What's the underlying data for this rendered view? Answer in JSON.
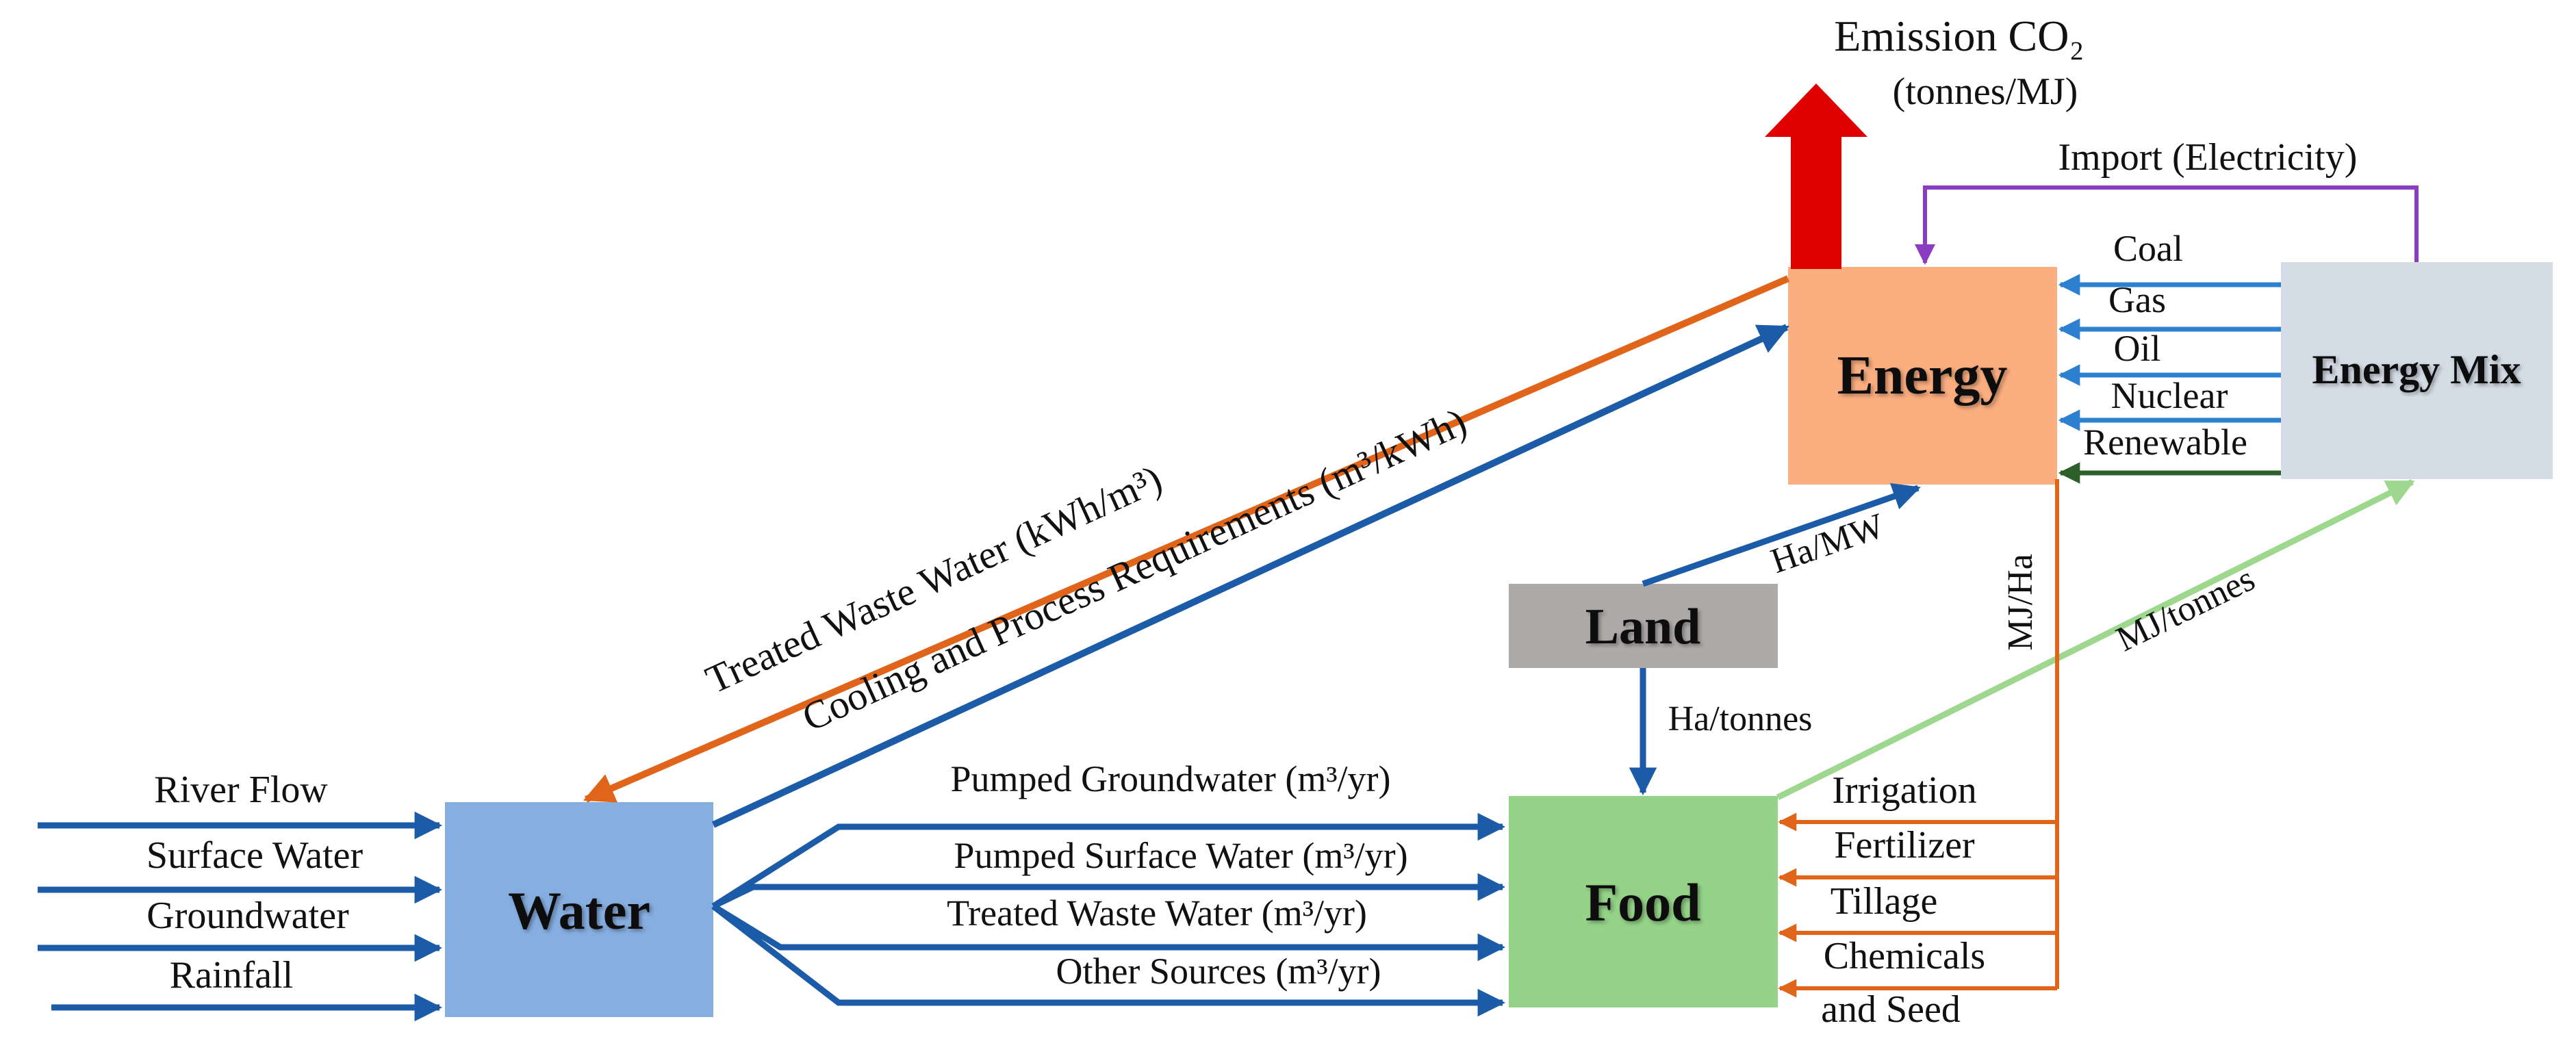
{
  "colors": {
    "water_box": "#86AEE0",
    "energy_box": "#FBAE7F",
    "food_box": "#94D388",
    "land_box": "#AEAAA9",
    "energy_mix_box": "#D4DCE6",
    "blue_arrow": "#1B5BA8",
    "light_blue_arrow": "#2D7FD0",
    "orange_arrow": "#E0651A",
    "purple_arrow": "#8A3DC3",
    "dark_green_arrow": "#2C5F29",
    "light_green_arrow": "#9ED88E",
    "red_arrow": "#E00000"
  },
  "nodes": {
    "water": "Water",
    "energy": "Energy",
    "food": "Food",
    "land": "Land",
    "energy_mix": "Energy Mix"
  },
  "emission": {
    "title": "Emission CO₂",
    "unit": "(tonnes/MJ)"
  },
  "water_inputs": [
    "River Flow",
    "Surface Water",
    "Groundwater",
    "Rainfall"
  ],
  "water_to_food": [
    "Pumped Groundwater (m³/yr)",
    "Pumped Surface Water (m³/yr)",
    "Treated Waste Water (m³/yr)",
    "Other Sources (m³/yr)"
  ],
  "energy_water": {
    "treated_waste_water": "Treated Waste Water (kWh/m³)",
    "cooling": "Cooling and Process Requirements (m³/kWh)"
  },
  "energy_mix_sources": [
    "Coal",
    "Gas",
    "Oil",
    "Nuclear",
    "Renewable"
  ],
  "import_label": "Import (Electricity)",
  "land_links": {
    "to_energy": "Ha/MW",
    "to_food": "Ha/tonnes"
  },
  "energy_to_food_label": "MJ/Ha",
  "food_to_energy_mix_label": "MJ/tonnes",
  "food_inputs": [
    "Irrigation",
    "Fertilizer",
    "Tillage",
    "Chemicals",
    "and Seed"
  ]
}
